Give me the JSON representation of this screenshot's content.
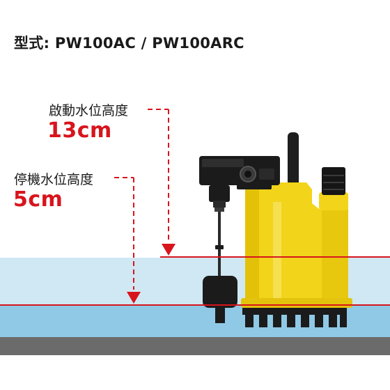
{
  "title": "型式: PW100AC / PW100ARC",
  "start_level": {
    "label": "啟動水位高度",
    "value": "13cm"
  },
  "stop_level": {
    "label": "停機水位高度",
    "value": "5cm"
  },
  "colors": {
    "accent_red": "#d8141d",
    "pump_yellow": "#f2d41a",
    "water_light": "#cfe8f3",
    "water_dark": "#8fc9e6",
    "floor": "#6b6b6b",
    "pump_black": "#1b1b1b"
  }
}
